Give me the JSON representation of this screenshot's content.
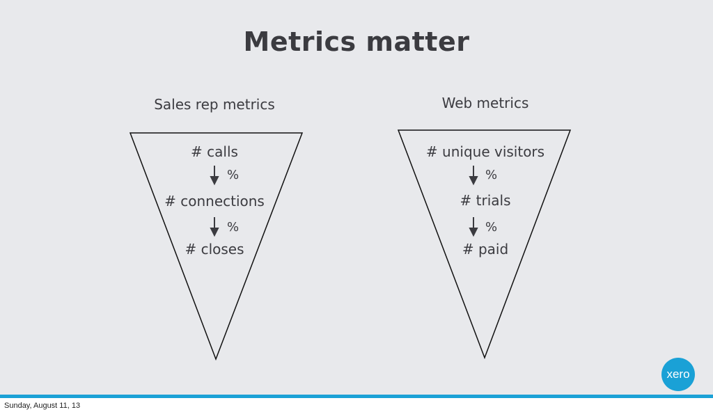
{
  "slide": {
    "title": "Metrics matter",
    "logo": "xero",
    "footer_date": "Sunday, August 11, 13"
  },
  "funnels": [
    {
      "label": "Sales rep metrics",
      "steps": [
        "# calls",
        "# connections",
        "# closes"
      ],
      "transitions": [
        "%",
        "%"
      ]
    },
    {
      "label": "Web metrics",
      "steps": [
        "# unique visitors",
        "# trials",
        "# paid"
      ],
      "transitions": [
        "%",
        "%"
      ]
    }
  ],
  "colors": {
    "background": "#e8e9ec",
    "text": "#3b3b40",
    "accent": "#1aa1d6"
  }
}
